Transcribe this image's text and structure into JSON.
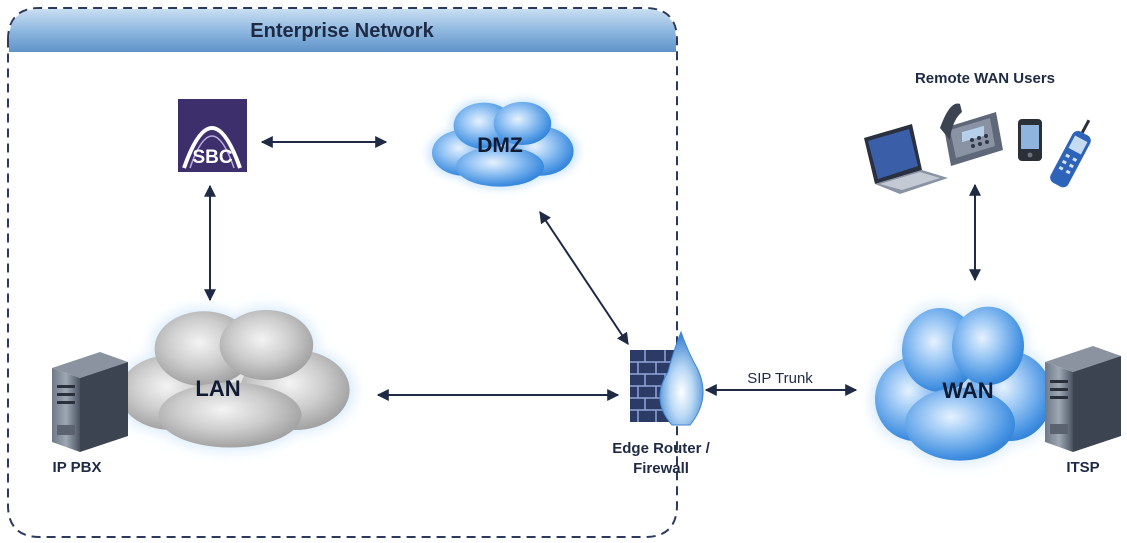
{
  "enterprise": {
    "title": "Enterprise Network"
  },
  "nodes": {
    "sbc": {
      "label": "SBC",
      "icon": "sbc-logo-icon"
    },
    "dmz": {
      "label": "DMZ",
      "icon": "cloud-icon"
    },
    "lan": {
      "label": "LAN",
      "icon": "cloud-icon"
    },
    "wan": {
      "label": "WAN",
      "icon": "cloud-icon"
    },
    "ip_pbx": {
      "label": "IP PBX",
      "icon": "server-icon"
    },
    "itsp": {
      "label": "ITSP",
      "icon": "server-icon"
    },
    "edge": {
      "label_line1": "Edge Router /",
      "label_line2": "Firewall",
      "icon": "firewall-icon"
    },
    "remote_users": {
      "label": "Remote WAN Users",
      "icons": [
        "laptop-icon",
        "desk-phone-icon",
        "smartphone-icon",
        "mobile-phone-icon"
      ]
    }
  },
  "links": {
    "sip_trunk": {
      "label": "SIP Trunk"
    }
  },
  "colors": {
    "banner": "#7aaad6",
    "border": "#2c3a5e",
    "arrow": "#1f2a44",
    "sbc_bg": "#3d2f6b",
    "cloud_blue": "#2f7fd6",
    "cloud_gray": "#9a9a9a"
  }
}
